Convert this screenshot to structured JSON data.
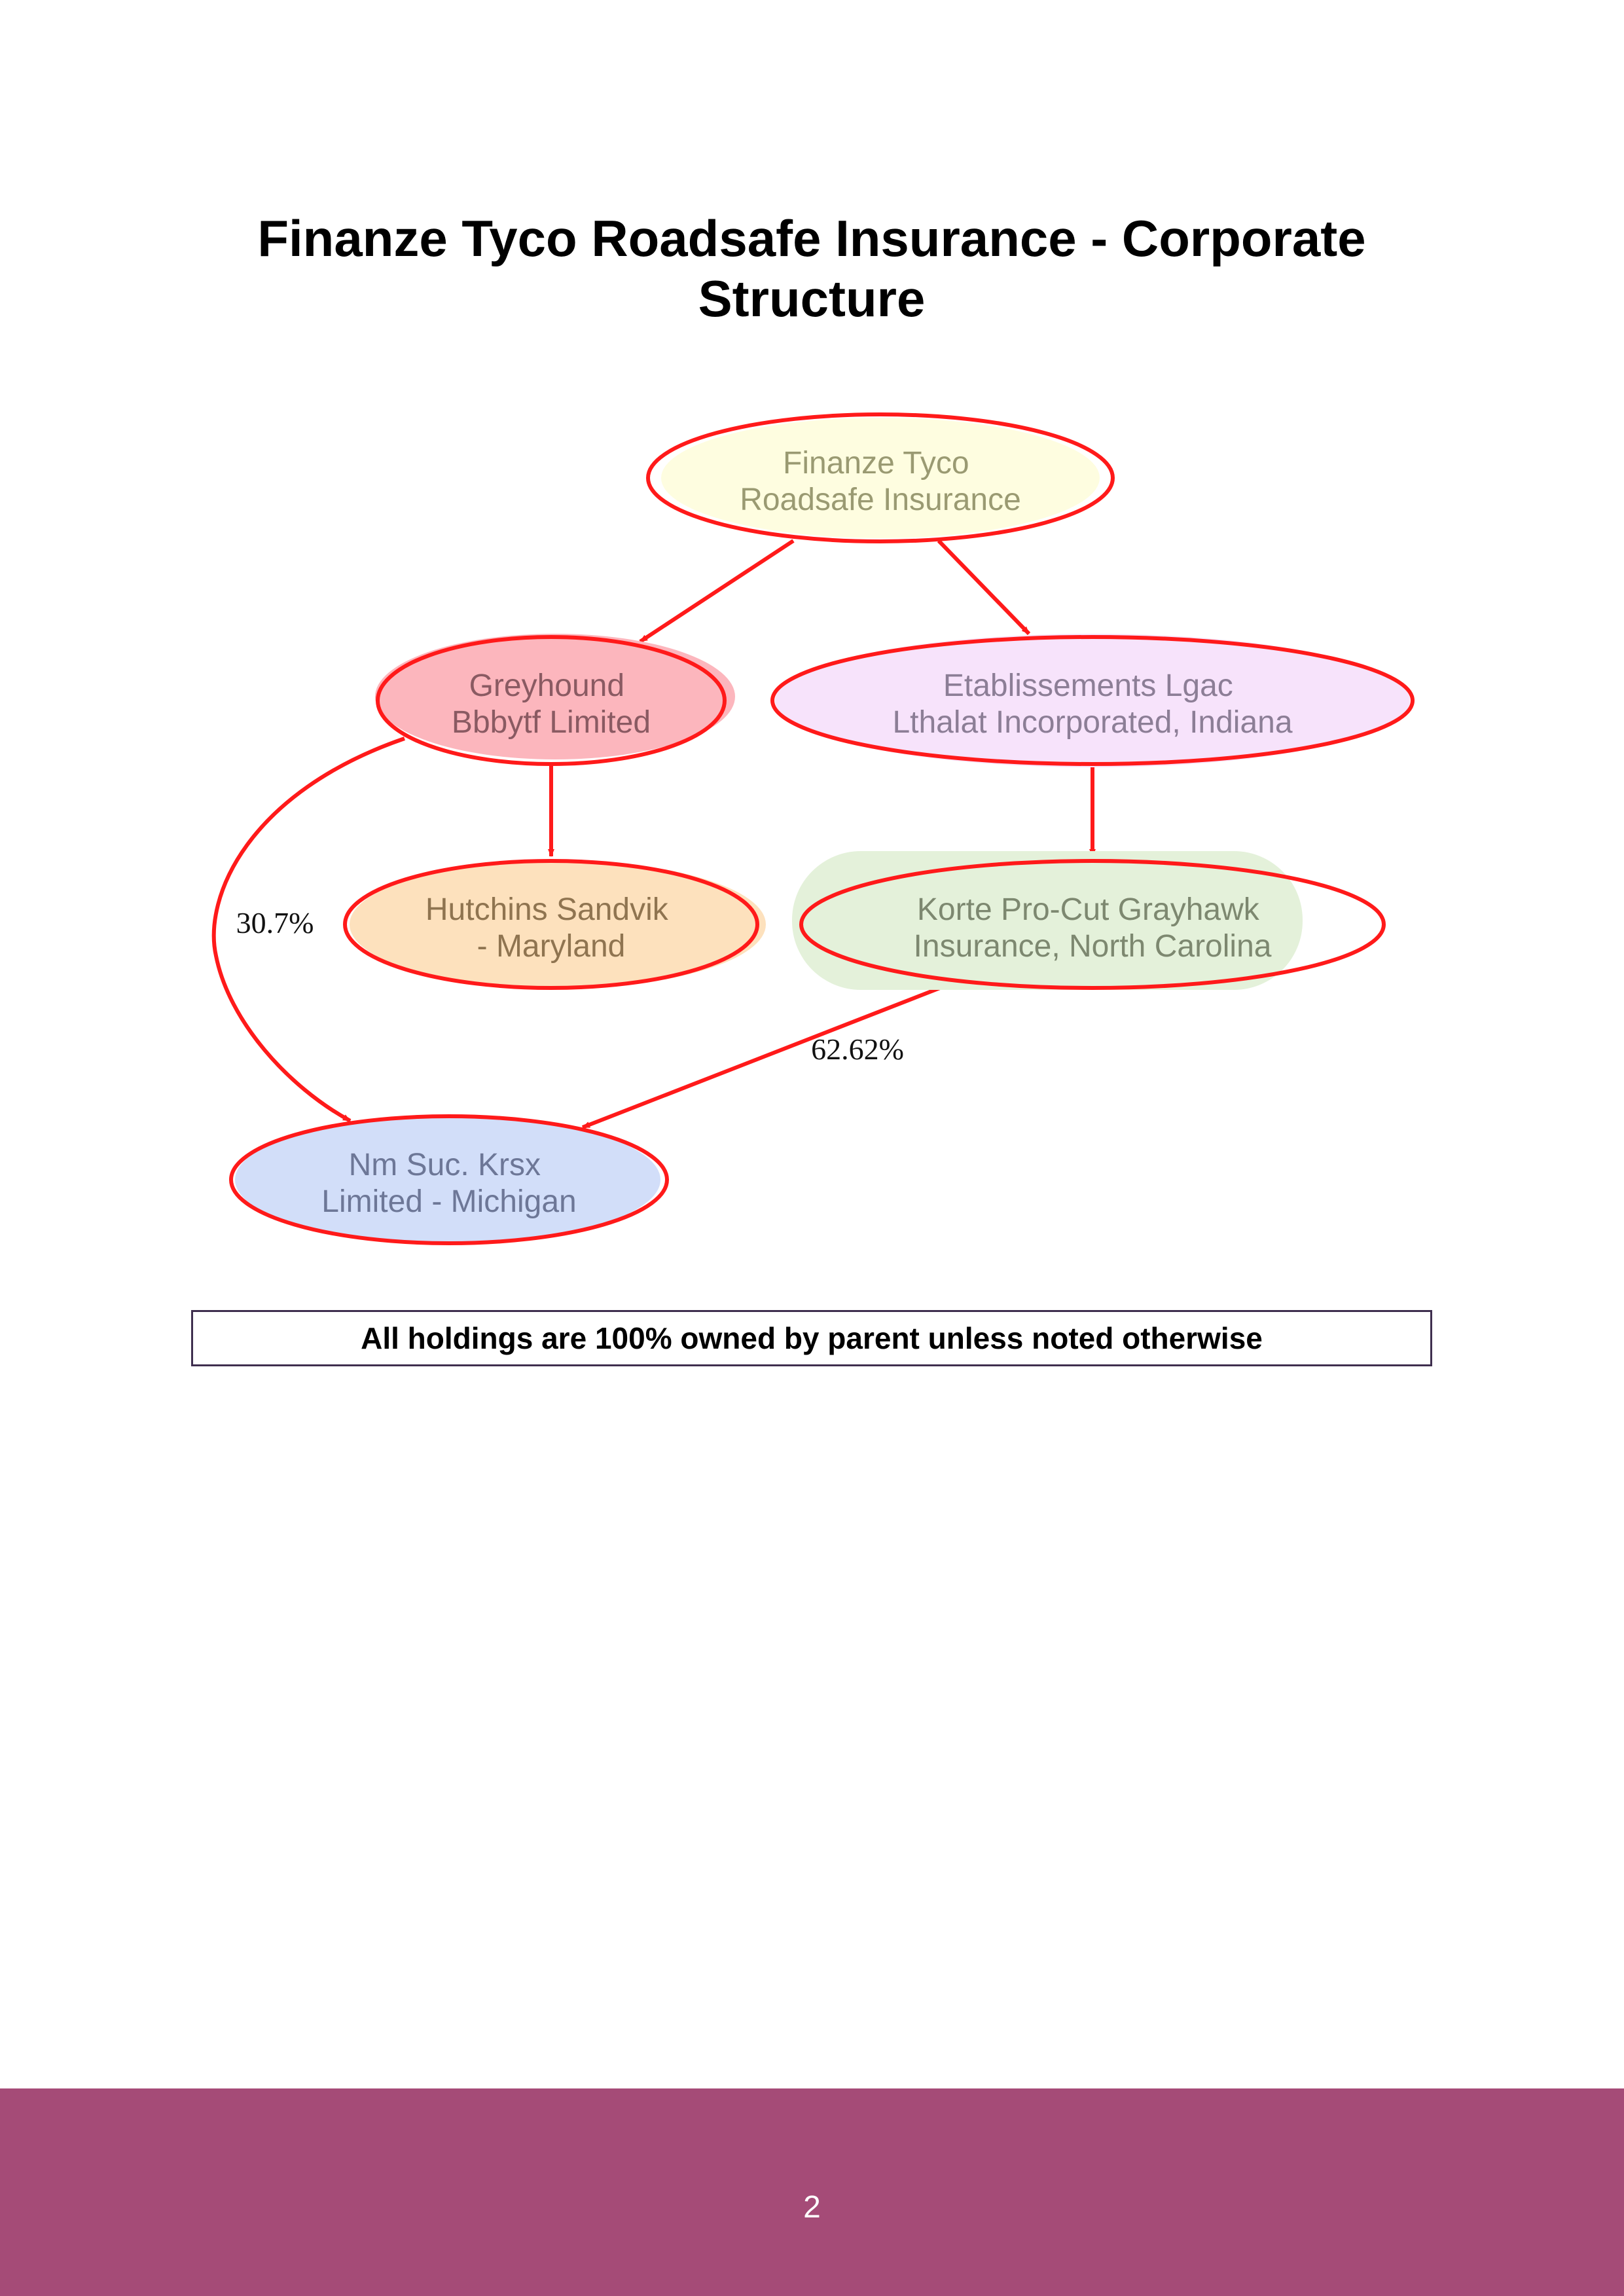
{
  "document": {
    "title_lines": [
      "Finanze Tyco Roadsafe Insurance - Corporate",
      "Structure"
    ],
    "note": "All holdings are 100% owned by parent unless noted otherwise",
    "page_number": "2"
  },
  "colors": {
    "edge": "#ff1a1a",
    "node_border": "#ff1a1a",
    "footer": "#a54b77",
    "note_border": "#3f2f4f"
  },
  "diagram": {
    "nodes": [
      {
        "id": "finanze",
        "label_lines": [
          "Finanze Tyco",
          "Roadsafe Insurance"
        ],
        "fill": "#fefde0",
        "text": "#9a9a72"
      },
      {
        "id": "greyhound",
        "label_lines": [
          "Greyhound",
          "Bbbytf Limited"
        ],
        "fill": "#fcb6bd",
        "text": "#8a5a62"
      },
      {
        "id": "etablissements",
        "label_lines": [
          "Etablissements Lgac",
          "Lthalat Incorporated, Indiana"
        ],
        "fill": "#f7e3fb",
        "text": "#8c7e96"
      },
      {
        "id": "hutchins",
        "label_lines": [
          "Hutchins Sandvik",
          "- Maryland"
        ],
        "fill": "#fde1bd",
        "text": "#8f7450"
      },
      {
        "id": "korte",
        "label_lines": [
          "Korte Pro-Cut Grayhawk",
          "Insurance, North Carolina"
        ],
        "fill": "#e4f1da",
        "text": "#7d8870"
      },
      {
        "id": "nm_suc",
        "label_lines": [
          "Nm Suc. Krsx",
          "Limited - Michigan"
        ],
        "fill": "#d2def9",
        "text": "#6d7797"
      }
    ],
    "edges": [
      {
        "from": "finanze",
        "to": "greyhound",
        "label": ""
      },
      {
        "from": "finanze",
        "to": "etablissements",
        "label": ""
      },
      {
        "from": "greyhound",
        "to": "hutchins",
        "label": ""
      },
      {
        "from": "etablissements",
        "to": "korte",
        "label": ""
      },
      {
        "from": "greyhound",
        "to": "nm_suc",
        "label": "30.7%"
      },
      {
        "from": "korte",
        "to": "nm_suc",
        "label": "62.62%"
      }
    ]
  }
}
